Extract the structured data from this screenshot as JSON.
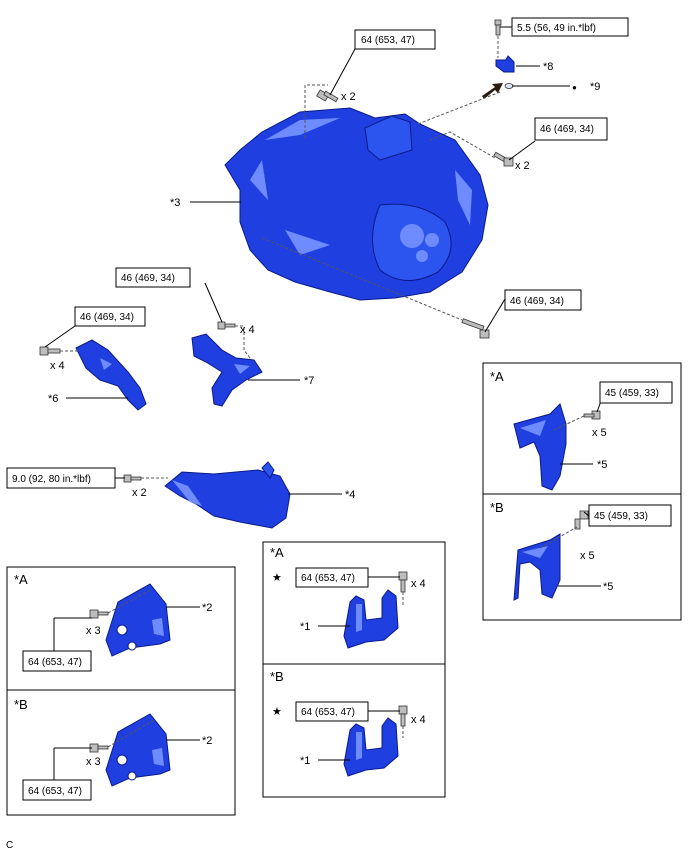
{
  "torques": {
    "t_64": "64 (653, 47)",
    "t_46": "46 (469, 34)",
    "t_55": "5.5 (56, 49 in.*lbf)",
    "t_90": "9.0 (92, 80 in.*lbf)",
    "t_45": "45 (459, 33)"
  },
  "qty": {
    "x2": "x 2",
    "x3": "x 3",
    "x4": "x 4",
    "x5": "x 5"
  },
  "parts": {
    "p1": "*1",
    "p2": "*2",
    "p3": "*3",
    "p4": "*4",
    "p5": "*5",
    "p6": "*6",
    "p7": "*7",
    "p8": "*8",
    "p9": "*9"
  },
  "views": {
    "a": "*A",
    "b": "*B"
  },
  "symbols": {
    "star": "★",
    "dot": "●"
  },
  "figure_code": "C",
  "colors": {
    "part": "#1f3fe0",
    "outline": "#0b1a8a"
  }
}
